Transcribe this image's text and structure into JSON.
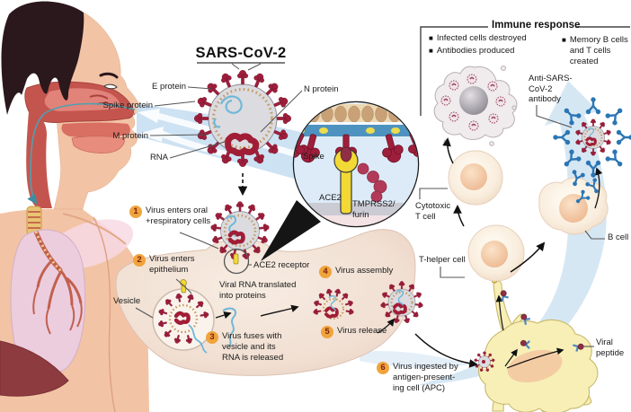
{
  "title": "SARS-CoV-2",
  "virus_labels": {
    "e_protein": "E protein",
    "spike_protein": "Spike protein",
    "m_protein": "M protein",
    "rna": "RNA",
    "n_protein": "N protein"
  },
  "inset": {
    "spike": "Spike",
    "ace2": "ACE2",
    "tmprss2": "TMPRSS2/\nfurin"
  },
  "pathway_labels": {
    "ace2_receptor": "ACE2 receptor",
    "vesicle": "Vesicle",
    "viral_rna": "Viral RNA translated\ninto proteins"
  },
  "steps": [
    {
      "num": "1",
      "text": "Virus enters oral\n+respiratory cells"
    },
    {
      "num": "2",
      "text": "Virus enters\nepithelium"
    },
    {
      "num": "3",
      "text": "Virus fuses with\nvesicle and its\nRNA is released"
    },
    {
      "num": "4",
      "text": "Virus assembly"
    },
    {
      "num": "5",
      "text": "Virus release"
    },
    {
      "num": "6",
      "text": "Virus ingested by\nantigen-present-\ning cell (APC)"
    }
  ],
  "immune_response": {
    "title": "Immune response",
    "bullet_marker": "■",
    "bullets": [
      "Infected cells destroyed",
      "Antibodies produced",
      "Memory B cells\nand T cells created"
    ]
  },
  "cells": {
    "cytotoxic": "Cytotoxic\nT cell",
    "t_helper": "T-helper cell",
    "b_cell": "B cell",
    "antibody": "Anti-SARS-\nCoV-2\nantibody",
    "viral_peptide": "Viral\npeptide"
  },
  "colors": {
    "spike_maroon": "#9E1F3C",
    "step_amber": "#F0A43C",
    "ace2_yellow": "#F2D935",
    "antibody_blue": "#2B76B4",
    "swoosh_blue": "#D6E7F4",
    "rna_blue": "#6FB8D8"
  }
}
